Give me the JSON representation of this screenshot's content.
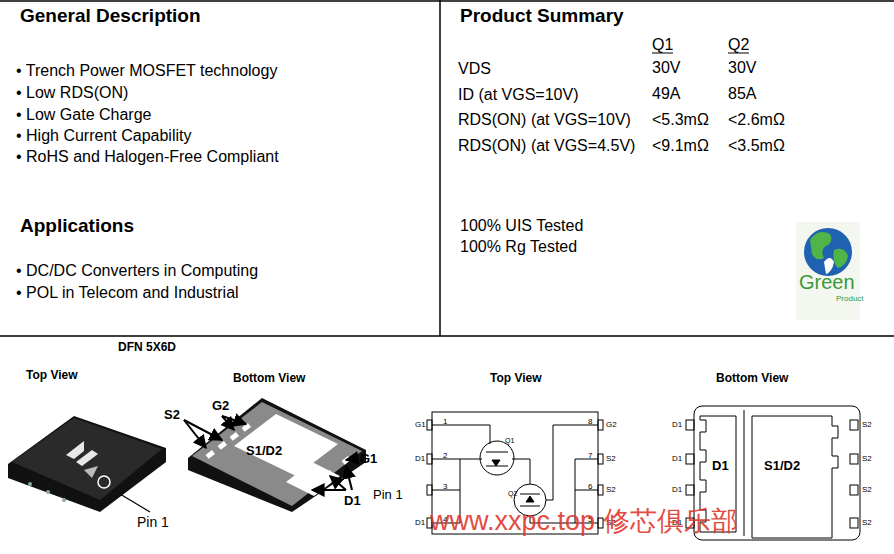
{
  "diagram": {
    "labels": [
      "General Description",
      "• Trench Power MOSFET technology",
      "• Low RDS(ON)",
      "• Low Gate Charge",
      "• High Current Capability",
      "• RoHS and Halogen-Free Compliant",
      "Applications",
      "• DC/DC Converters in Computing",
      "• POL in Telecom and Industrial",
      "Product Summary",
      "Q1",
      "Q2",
      "VDS",
      "30V",
      "30V",
      "ID (at VGS=10V)",
      "49A",
      "85A",
      "RDS(ON) (at VGS=10V)",
      "<5.3mΩ",
      "<2.6mΩ",
      "RDS(ON) (at VGS=4.5V)",
      "<9.1mΩ",
      "<3.5mΩ",
      "100% UIS Tested",
      "100%  Rg Tested",
      "Green",
      "Product",
      "DFN 5X6D",
      "Top View",
      "Bottom View",
      "Top View",
      "Bottom View",
      "S2",
      "G2",
      "S1/D2",
      "G1",
      "Pin 1",
      "D1",
      "Pin 1",
      "G1",
      "1",
      "D1",
      "2",
      "3",
      "D1",
      "4",
      "G2",
      "8",
      "S2",
      "7",
      "S2",
      "6",
      "S2",
      "5",
      "Q1",
      "Q2",
      "D1",
      "D1",
      "D1",
      "D1",
      "D1",
      "S1/D2",
      "S2",
      "S2",
      "S2",
      "S2",
      "www.xxpc.top 修芯俱乐部"
    ]
  }
}
